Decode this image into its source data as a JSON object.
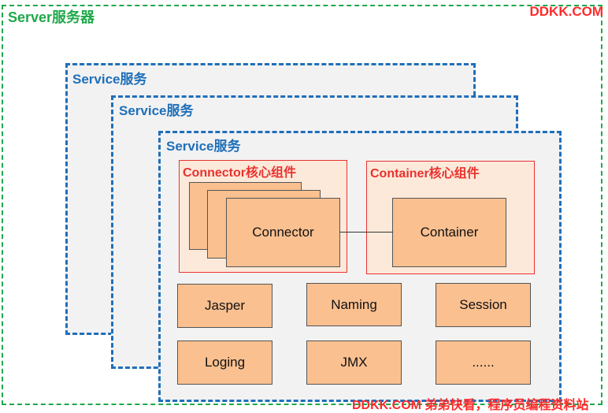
{
  "server": {
    "label": "Server服务器"
  },
  "watermark": {
    "top": "DDKK.COM",
    "bottom": "DDKK.COM 弟弟快看，程序员编程资料站"
  },
  "services": [
    {
      "label": "Service服务"
    },
    {
      "label": "Service服务"
    },
    {
      "label": "Service服务"
    }
  ],
  "connector_group": {
    "label": "Connector核心组件",
    "box": "Connector"
  },
  "container_group": {
    "label": "Container核心组件",
    "box": "Container"
  },
  "modules": [
    "Jasper",
    "Naming",
    "Session",
    "Loging",
    "JMX",
    "......"
  ]
}
